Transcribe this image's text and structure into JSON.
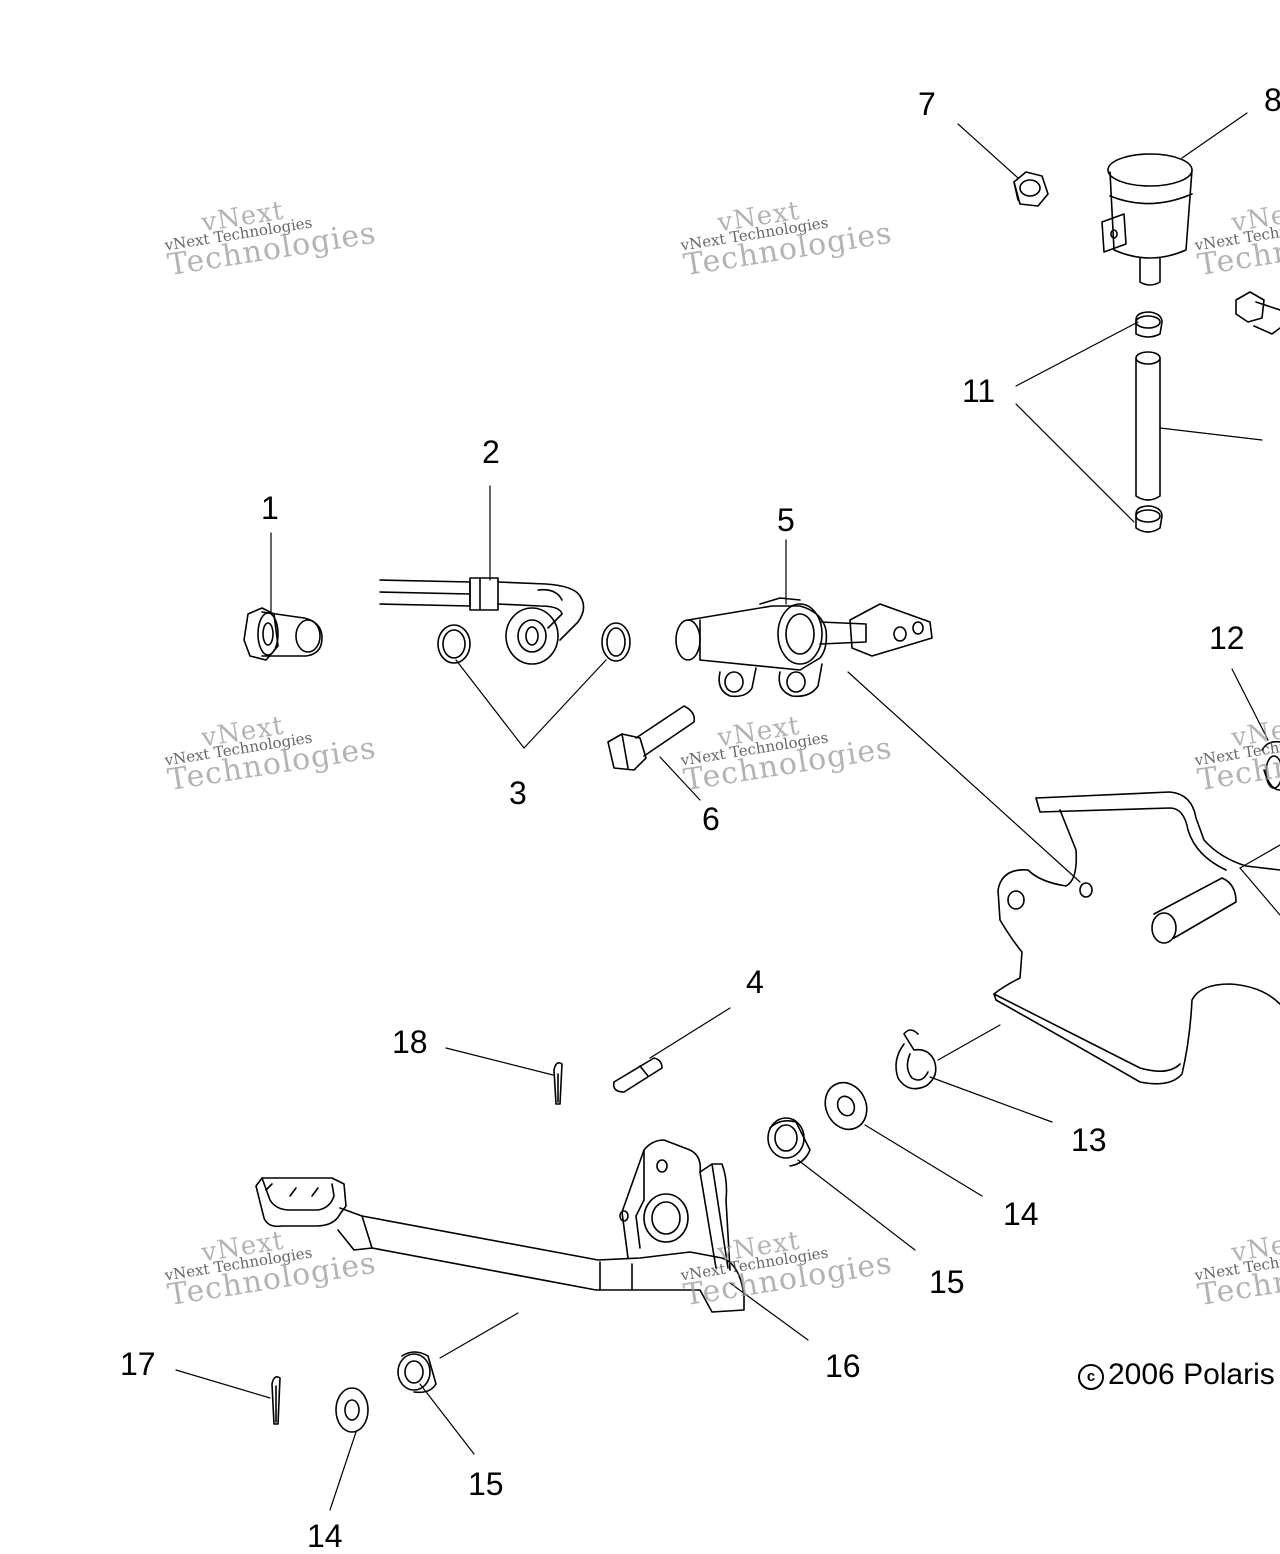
{
  "callouts": [
    {
      "id": "c1",
      "label": "1"
    },
    {
      "id": "c2",
      "label": "2"
    },
    {
      "id": "c3",
      "label": "3"
    },
    {
      "id": "c4",
      "label": "4"
    },
    {
      "id": "c5",
      "label": "5"
    },
    {
      "id": "c6",
      "label": "6"
    },
    {
      "id": "c7",
      "label": "7"
    },
    {
      "id": "c8",
      "label": "8"
    },
    {
      "id": "c11",
      "label": "11"
    },
    {
      "id": "c12",
      "label": "12"
    },
    {
      "id": "c13",
      "label": "13"
    },
    {
      "id": "c14a",
      "label": "14"
    },
    {
      "id": "c14b",
      "label": "14"
    },
    {
      "id": "c15a",
      "label": "15"
    },
    {
      "id": "c15b",
      "label": "15"
    },
    {
      "id": "c16",
      "label": "16"
    },
    {
      "id": "c17",
      "label": "17"
    },
    {
      "id": "c18",
      "label": "18"
    }
  ],
  "watermark": {
    "line1": "vNext",
    "line2": "vNext Technologies",
    "line3": "Technologies"
  },
  "copyright": {
    "symbol": "c",
    "text": "2006 Polaris"
  },
  "colors": {
    "line": "#000000",
    "watermark": "#9a9a9a",
    "background": "#ffffff"
  }
}
